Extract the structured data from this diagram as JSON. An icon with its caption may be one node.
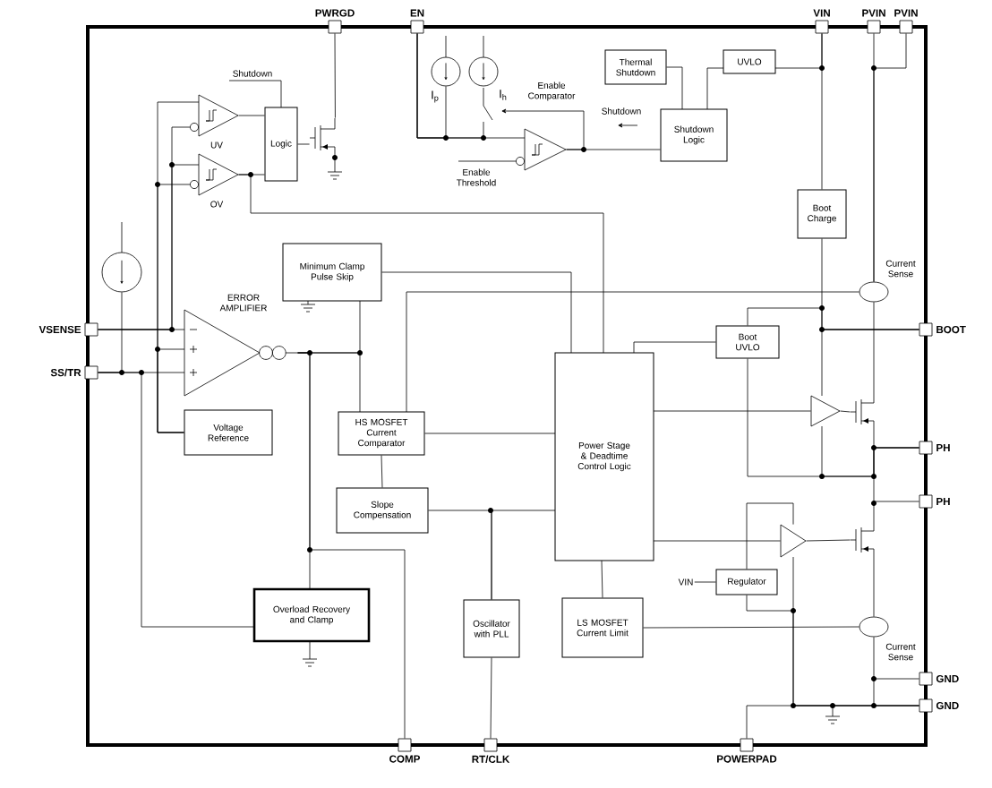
{
  "diagram": {
    "nodes": [
      {
        "text": [
          "PWRGD"
        ]
      },
      {
        "text": [
          "EN"
        ]
      },
      {
        "text": [
          "VIN"
        ]
      },
      {
        "text": [
          "PVIN"
        ]
      },
      {
        "text": [
          "PVIN"
        ]
      },
      {
        "text": [],
        "shape": "circle",
        "beside": [
          "I$_{p}$"
        ]
      },
      {
        "text": [],
        "shape": "circle",
        "beside": [
          "I$_{h}$"
        ]
      },
      {
        "text": [
          "Thermal Shutdown"
        ]
      },
      {
        "text": [
          "UVLO"
        ]
      },
      {
        "text": [],
        "shape": "triangle",
        "beside": [
          "UV"
        ]
      },
      {
        "text": [
          "Logic"
        ]
      },
      {
        "text": [],
        "shape": "transistor"
      },
      {
        "text": [
          "Shutdown Logic"
        ]
      },
      {
        "text": [],
        "shape": "triangle",
        "beside": [
          "OV"
        ]
      },
      {
        "text": [],
        "shape": "triangle",
        "beside": [
          "Enable Comparator",
          "Enable Threshold"
        ]
      },
      {
        "text": [
          "Boot Charge"
        ]
      },
      {
        "text": [],
        "shape": "circle"
      },
      {
        "text": [
          "Minimum Clamp Pulse Skip"
        ]
      },
      {
        "text": [],
        "shape": "ellipse",
        "beside": [
          "Current Sense"
        ]
      },
      {
        "text": [
          "VSENSE"
        ]
      },
      {
        "text": [],
        "shape": "triangle",
        "beside": [
          "ERROR AMPLIFIER"
        ]
      },
      {
        "text": [
          "BOOT"
        ]
      },
      {
        "text": [
          "Boot UVLO"
        ]
      },
      {
        "text": [
          "SS/TR"
        ]
      },
      {
        "text": [
          "Power Stage & Deadtime Control Logic"
        ]
      },
      {
        "text": [
          "Voltage Reference"
        ]
      },
      {
        "text": [
          "HS MOSFET Current Comparator"
        ]
      },
      {
        "text": [],
        "shape": "triangle"
      },
      {
        "text": [],
        "shape": "transistor"
      },
      {
        "text": [
          "PH"
        ]
      },
      {
        "text": [
          "Slope Compensation"
        ]
      },
      {
        "text": [
          "PH"
        ]
      },
      {
        "text": [],
        "shape": "triangle"
      },
      {
        "text": [],
        "shape": "transistor"
      },
      {
        "text": [
          "VIN"
        ]
      },
      {
        "text": [
          "Regulator"
        ]
      },
      {
        "text": [
          "Overload Recovery and Clamp"
        ]
      },
      {
        "text": [
          "Oscillator with PLL"
        ]
      },
      {
        "text": [
          "LS MOSFET Current Limit"
        ]
      },
      {
        "text": [],
        "shape": "ellipse",
        "beside": [
          "Current Sense"
        ]
      },
      {
        "text": [
          "GND"
        ]
      },
      {
        "text": [
          "GND"
        ]
      },
      {
        "text": [
          "COMP"
        ]
      },
      {
        "text": [
          "RT/CLK"
        ]
      },
      {
        "text": [
          "POWERPAD"
        ]
      }
    ],
    "edges": [
      {
        "from": 10,
        "to": 11,
        "arrow": "none"
      },
      {
        "from": 11,
        "to": 0,
        "arrow": "none"
      },
      {
        "from": 9,
        "to": 10,
        "arrow": "none"
      },
      {
        "from": 13,
        "to": 10,
        "arrow": "none"
      },
      {
        "from": 1,
        "to": 14,
        "arrow": "none"
      },
      {
        "from": 5,
        "to": 1,
        "arrow": "none"
      },
      {
        "from": 6,
        "to": 1,
        "arrow": "none"
      },
      {
        "from": 14,
        "to": null,
        "arrow": "to"
      },
      {
        "from": 14,
        "to": 12,
        "arrow": "none"
      },
      {
        "from": 13,
        "to": 24,
        "arrow": "none"
      },
      {
        "from": 7,
        "to": 12,
        "arrow": "none"
      },
      {
        "from": 8,
        "to": 12,
        "arrow": "none"
      },
      {
        "from": 2,
        "to": 8,
        "arrow": "none"
      },
      {
        "from": 2,
        "to": 15,
        "arrow": "none"
      },
      {
        "from": 15,
        "to": 21,
        "arrow": "none"
      },
      {
        "from": 3,
        "to": 18,
        "arrow": "none"
      },
      {
        "from": 4,
        "to": 18,
        "arrow": "none"
      },
      {
        "from": 18,
        "to": 28,
        "arrow": "none"
      },
      {
        "from": 18,
        "to": 26,
        "arrow": "none"
      },
      {
        "from": 17,
        "to": 24,
        "arrow": "none"
      },
      {
        "from": 20,
        "to": 17,
        "arrow": "none"
      },
      {
        "from": 20,
        "to": 26,
        "arrow": "none"
      },
      {
        "from": 20,
        "to": 36,
        "arrow": "none"
      },
      {
        "from": 20,
        "to": 42,
        "arrow": "none"
      },
      {
        "from": 19,
        "to": 20,
        "arrow": "none"
      },
      {
        "from": 19,
        "to": 9,
        "arrow": "none"
      },
      {
        "from": 19,
        "to": 13,
        "arrow": "none"
      },
      {
        "from": 25,
        "to": 20,
        "arrow": "none"
      },
      {
        "from": 25,
        "to": 9,
        "arrow": "none"
      },
      {
        "from": 25,
        "to": 13,
        "arrow": "none"
      },
      {
        "from": 23,
        "to": 20,
        "arrow": "none"
      },
      {
        "from": 16,
        "to": 23,
        "arrow": "none"
      },
      {
        "from": 23,
        "to": 36,
        "arrow": "none"
      },
      {
        "from": 26,
        "to": 24,
        "arrow": "none"
      },
      {
        "from": 26,
        "to": 30,
        "arrow": "none"
      },
      {
        "from": 37,
        "to": 30,
        "arrow": "none"
      },
      {
        "from": 37,
        "to": 24,
        "arrow": "none"
      },
      {
        "from": 37,
        "to": 43,
        "arrow": "none"
      },
      {
        "from": 24,
        "to": 22,
        "arrow": "none"
      },
      {
        "from": 22,
        "to": 21,
        "arrow": "none"
      },
      {
        "from": 22,
        "to": 29,
        "arrow": "none"
      },
      {
        "from": 24,
        "to": 27,
        "arrow": "none"
      },
      {
        "from": 27,
        "to": 28,
        "arrow": "none"
      },
      {
        "from": 28,
        "to": 29,
        "arrow": "none"
      },
      {
        "from": 33,
        "to": 31,
        "arrow": "none"
      },
      {
        "from": 24,
        "to": 32,
        "arrow": "none"
      },
      {
        "from": 32,
        "to": 33,
        "arrow": "none"
      },
      {
        "from": 35,
        "to": 32,
        "arrow": "none"
      },
      {
        "from": 34,
        "to": 35,
        "arrow": "none"
      },
      {
        "from": 35,
        "to": 41,
        "arrow": "none"
      },
      {
        "from": 33,
        "to": 39,
        "arrow": "none"
      },
      {
        "from": 39,
        "to": 40,
        "arrow": "none"
      },
      {
        "from": 39,
        "to": 38,
        "arrow": "none"
      },
      {
        "from": 38,
        "to": 24,
        "arrow": "none"
      },
      {
        "from": 44,
        "to": 41,
        "arrow": "none"
      },
      {
        "from": 21,
        "to": 27,
        "arrow": "none"
      },
      {
        "from": 27,
        "to": 29,
        "arrow": "none"
      },
      {
        "from": 32,
        "to": 41,
        "arrow": "none"
      }
    ],
    "labels": [
      "Shutdown",
      "Shutdown"
    ]
  }
}
